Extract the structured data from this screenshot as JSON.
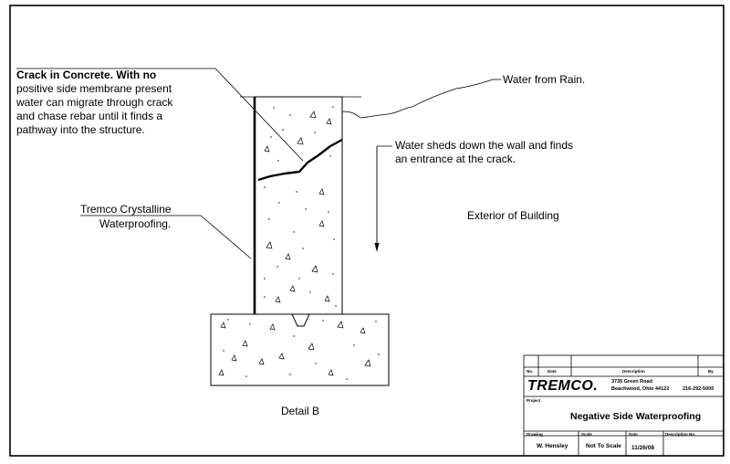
{
  "labels": {
    "crack_note": [
      "Crack in Concrete.  With no",
      "positive side membrane present",
      "water can migrate through crack",
      "and chase rebar until it finds a",
      "pathway into the structure."
    ],
    "water_rain": "Water from Rain.",
    "water_sheds": [
      "Water sheds down the wall and finds",
      "an entrance at the crack."
    ],
    "tremco_note": [
      "Tremco Crystalline",
      "Waterproofing."
    ],
    "exterior": "Exterior of Building",
    "detail": "Detail B"
  },
  "title_block": {
    "headers": {
      "no": "No.",
      "date": "Date",
      "description": "Description",
      "by": "By",
      "project": "Project",
      "drawing": "Drawing",
      "scale": "Scale",
      "date2": "Date",
      "description_no": "Description No."
    },
    "logo": "TREMCO.",
    "address_line1": "3735 Green Road",
    "address_line2": "Beachwood, Ohio  44122",
    "phone": "216-292-5000",
    "project_title": "Negative Side Waterproofing",
    "drawn_by": "W. Hensley",
    "scale_value": "Not To Scale",
    "date_value": "11/26/08"
  }
}
